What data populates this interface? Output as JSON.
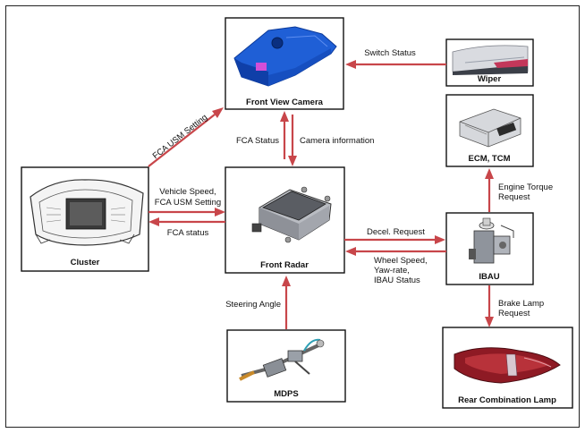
{
  "components": {
    "camera": "Front View Camera",
    "wiper": "Wiper",
    "ecm": "ECM, TCM",
    "cluster": "Cluster",
    "radar": "Front Radar",
    "ibau": "IBAU",
    "mdps": "MDPS",
    "rear_lamp": "Rear Combination Lamp"
  },
  "signals": {
    "switch_status": "Switch Status",
    "fca_usm_setting": "FCA USM Setting",
    "fca_status_cam": "FCA Status",
    "camera_information": "Camera information",
    "vehicle_speed": "Vehicle Speed,",
    "fca_usm_setting_2": "FCA USM Setting",
    "fca_status_cluster": "FCA status",
    "decel_request": "Decel. Request",
    "wheel_speed": "Wheel Speed,",
    "yaw_rate": "Yaw-rate,",
    "ibau_status": "IBAU Status",
    "engine_torque": "Engine Torque",
    "engine_torque_2": "Request",
    "brake_lamp": "Brake Lamp",
    "brake_lamp_2": "Request",
    "steering_angle": "Steering Angle"
  },
  "colors": {
    "arrow": "#c8464a",
    "camera_body": "#1f5fd6"
  }
}
